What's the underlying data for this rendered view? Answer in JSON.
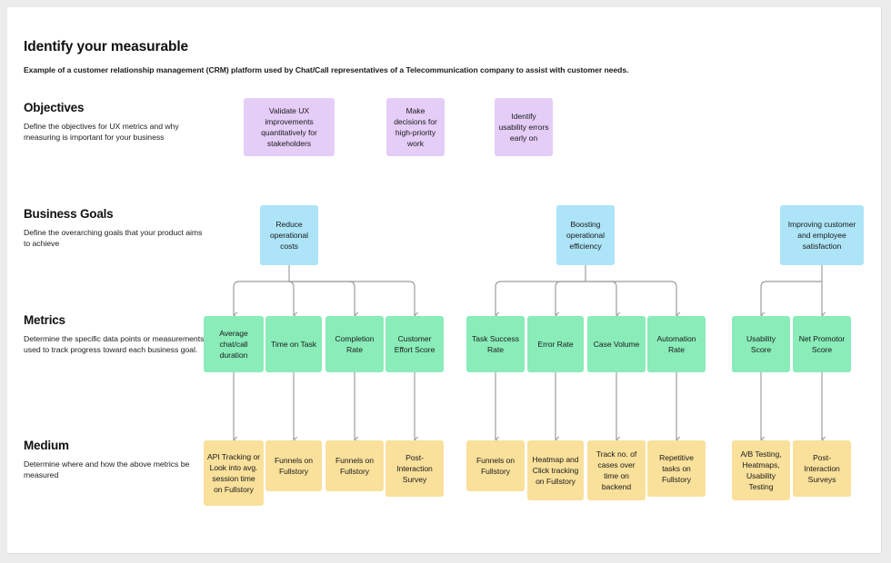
{
  "header": {
    "title": "Identify your measurable",
    "subtitle": "Example of a customer relationship management (CRM) platform used by Chat/Call representatives of a Telecommunication company to assist with customer needs."
  },
  "colors": {
    "objective": "#e4cdf7",
    "goal": "#ade4f7",
    "metric": "#89ecb9",
    "medium": "#f9e09b",
    "connector": "#9e9e9e",
    "background": "#ffffff",
    "text": "#1b1b1b"
  },
  "rows": [
    {
      "key": "objectives",
      "heading": "Objectives",
      "description": "Define the objectives for UX metrics and why measuring is important for your business"
    },
    {
      "key": "business_goals",
      "heading": "Business Goals",
      "description": "Define the overarching goals that your product aims to achieve"
    },
    {
      "key": "metrics",
      "heading": "Metrics",
      "description": "Determine the specific data points or measurements used to track progress toward each business goal."
    },
    {
      "key": "medium",
      "heading": "Medium",
      "description": "Determine where and how the above metrics be measured"
    }
  ],
  "objectives": [
    {
      "label": "Validate UX improvements quantitatively for stakeholders"
    },
    {
      "label": "Make decisions for high-priority work"
    },
    {
      "label": "Identify usability errors early on"
    }
  ],
  "goals": [
    {
      "label": "Reduce operational costs"
    },
    {
      "label": "Boosting operational efficiency"
    },
    {
      "label": "Improving customer and employee satisfaction"
    }
  ],
  "metrics": [
    {
      "label": "Average chat/call duration"
    },
    {
      "label": "Time on Task"
    },
    {
      "label": "Completion Rate"
    },
    {
      "label": "Customer Effort Score"
    },
    {
      "label": "Task Success Rate"
    },
    {
      "label": "Error Rate"
    },
    {
      "label": "Case Volume"
    },
    {
      "label": "Automation Rate"
    },
    {
      "label": "Usability Score"
    },
    {
      "label": "Net Promotor Score"
    }
  ],
  "mediums": [
    {
      "label": "API Tracking or Look into avg. session time on Fullstory"
    },
    {
      "label": "Funnels on Fullstory"
    },
    {
      "label": "Funnels on Fullstory"
    },
    {
      "label": "Post-Interaction Survey"
    },
    {
      "label": "Funnels on Fullstory"
    },
    {
      "label": "Heatmap and Click tracking on Fullstory"
    },
    {
      "label": "Track no. of cases over time on backend"
    },
    {
      "label": "Repetitive tasks on Fullstory"
    },
    {
      "label": "A/B Testing, Heatmaps, Usability Testing"
    },
    {
      "label": "Post-Interaction Surveys"
    }
  ]
}
